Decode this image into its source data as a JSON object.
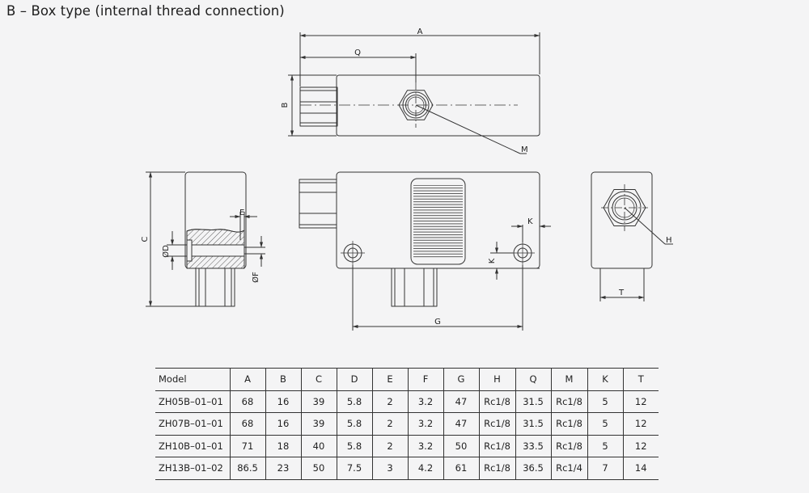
{
  "title": "B – Box type (internal thread connection)",
  "dimension_labels": {
    "A": "A",
    "Q": "Q",
    "B": "B",
    "M": "M",
    "C": "C",
    "E": "E",
    "D": "ØD",
    "F": "ØF",
    "K_horizontal": "K",
    "K_vertical": "K",
    "G": "G",
    "H": "H",
    "T": "T"
  },
  "table": {
    "headers": [
      "Model",
      "A",
      "B",
      "C",
      "D",
      "E",
      "F",
      "G",
      "H",
      "Q",
      "M",
      "K",
      "T"
    ],
    "rows": [
      [
        "ZH05B–01–01",
        "68",
        "16",
        "39",
        "5.8",
        "2",
        "3.2",
        "47",
        "Rc1/8",
        "31.5",
        "Rc1/8",
        "5",
        "12"
      ],
      [
        "ZH07B–01–01",
        "68",
        "16",
        "39",
        "5.8",
        "2",
        "3.2",
        "47",
        "Rc1/8",
        "31.5",
        "Rc1/8",
        "5",
        "12"
      ],
      [
        "ZH10B–01–01",
        "71",
        "18",
        "40",
        "5.8",
        "2",
        "3.2",
        "50",
        "Rc1/8",
        "33.5",
        "Rc1/8",
        "5",
        "12"
      ],
      [
        "ZH13B–01–02",
        "86.5",
        "23",
        "50",
        "7.5",
        "3",
        "4.2",
        "61",
        "Rc1/8",
        "36.5",
        "Rc1/4",
        "7",
        "14"
      ]
    ]
  },
  "colors": {
    "line": "#333333",
    "background": "#f4f4f5"
  }
}
